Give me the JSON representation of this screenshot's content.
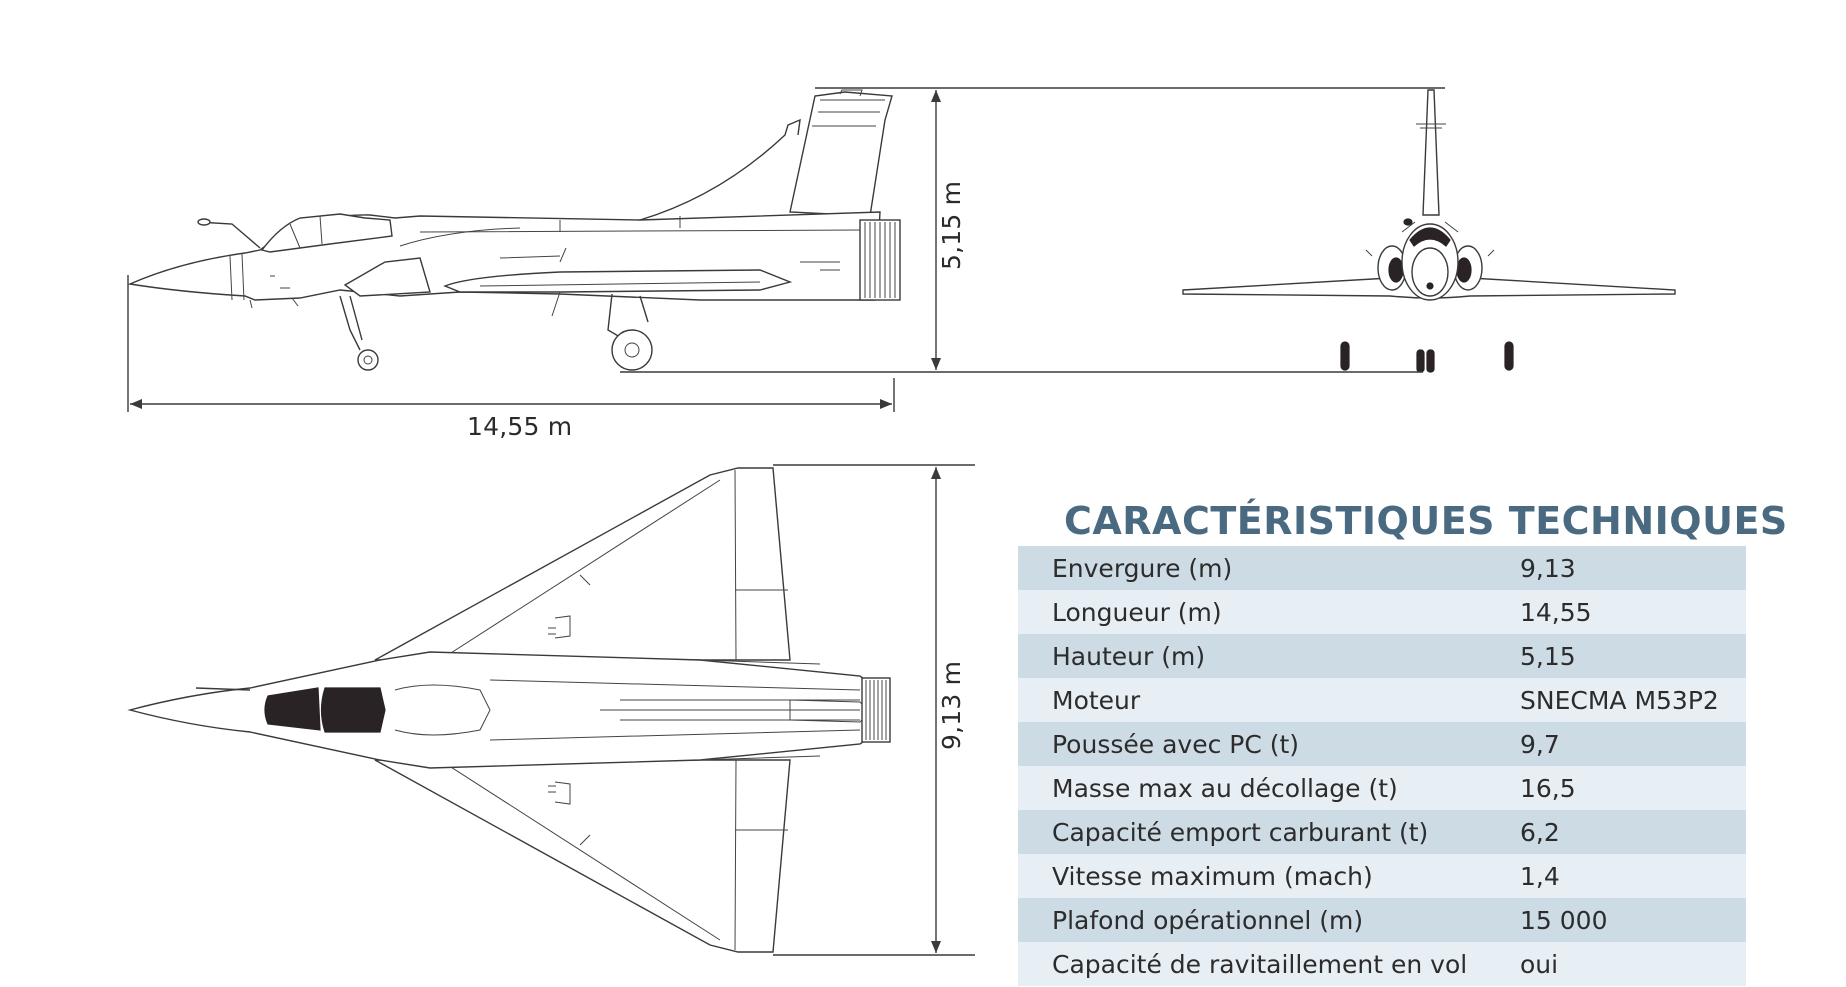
{
  "dimensions": {
    "length_label": "14,55 m",
    "height_label": "5,15 m",
    "span_label": "9,13 m"
  },
  "specs": {
    "title": "CARACTÉRISTIQUES TECHNIQUES",
    "rows": [
      {
        "label": "Envergure (m)",
        "value": "9,13"
      },
      {
        "label": "Longueur (m)",
        "value": "14,55"
      },
      {
        "label": "Hauteur (m)",
        "value": "5,15"
      },
      {
        "label": "Moteur",
        "value": "SNECMA M53P2"
      },
      {
        "label": "Poussée avec PC (t)",
        "value": "9,7"
      },
      {
        "label": "Masse max au décollage (t)",
        "value": "16,5"
      },
      {
        "label": "Capacité emport carburant (t)",
        "value": "6,2"
      },
      {
        "label": "Vitesse maximum (mach)",
        "value": "1,4"
      },
      {
        "label": "Plafond opérationnel (m)",
        "value": "15 000"
      },
      {
        "label": "Capacité de ravitaillement en vol",
        "value": "oui"
      }
    ]
  },
  "colors": {
    "title": "#4a6a82",
    "row_dark": "#cddbe5",
    "row_light": "#e8eff4",
    "line": "#3a3a3a"
  }
}
